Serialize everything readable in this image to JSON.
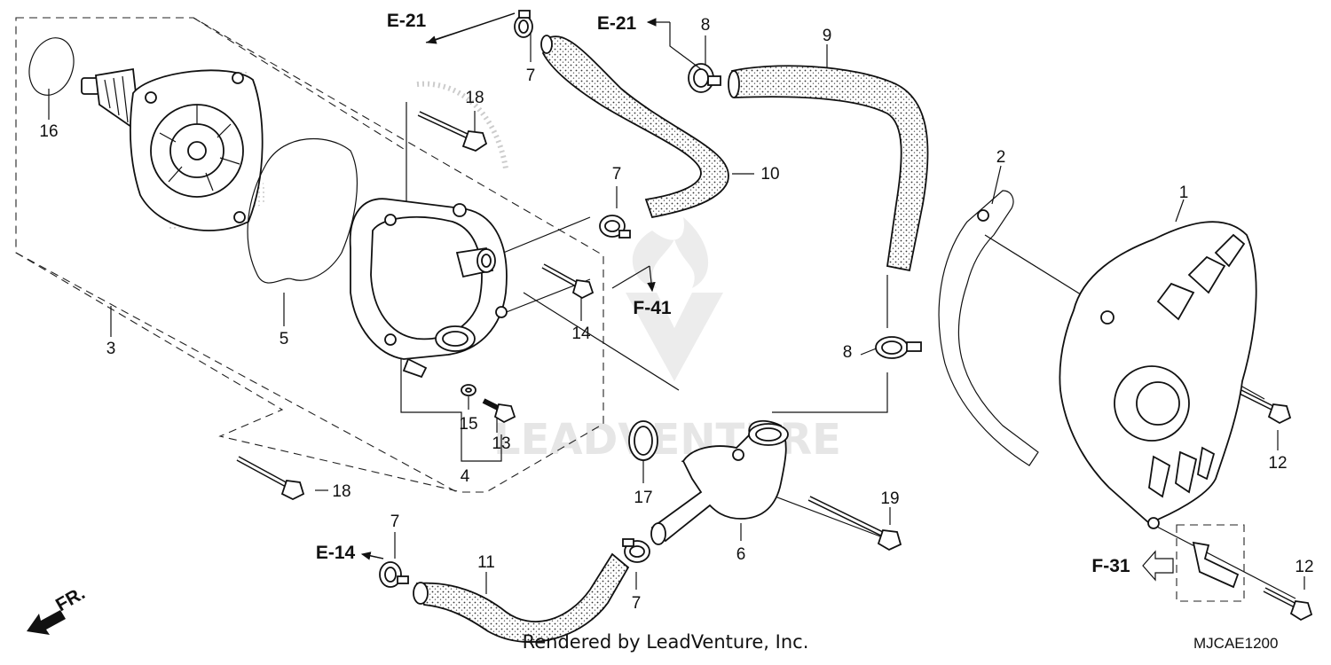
{
  "diagram": {
    "callouts": {
      "c1": "1",
      "c2": "2",
      "c3": "3",
      "c4": "4",
      "c5": "5",
      "c6": "6",
      "c7a": "7",
      "c7b": "7",
      "c7c": "7",
      "c7d": "7",
      "c8a": "8",
      "c8b": "8",
      "c9": "9",
      "c10": "10",
      "c11": "11",
      "c12a": "12",
      "c12b": "12",
      "c13": "13",
      "c14": "14",
      "c15": "15",
      "c16": "16",
      "c17": "17",
      "c18a": "18",
      "c18b": "18",
      "c19": "19"
    },
    "references": {
      "e21a": "E-21",
      "e21b": "E-21",
      "f41": "F-41",
      "e14": "E-14",
      "f31": "F-31"
    },
    "front_label": "FR.",
    "watermark": "LEADVENTURE",
    "diagram_code": "MJCAE1200",
    "credit": "Rendered by LeadVenture, Inc."
  }
}
